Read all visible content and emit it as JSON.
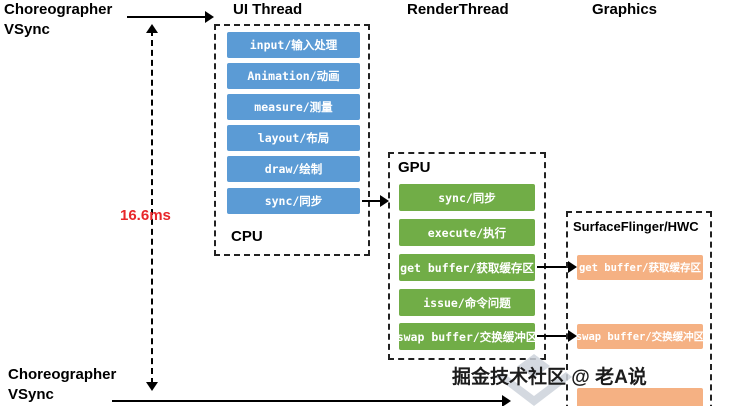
{
  "colors": {
    "blue": "#5B9BD5",
    "green": "#71AD47",
    "orange": "#F5B183",
    "red": "#E8262A"
  },
  "timeline": {
    "top_label_line1": "Choreographer",
    "top_label_line2": "VSync",
    "bottom_label_line1": "Choreographer",
    "bottom_label_line2": "VSync",
    "interval_label": "16.6ms"
  },
  "columns": {
    "ui_thread": "UI Thread",
    "render_thread": "RenderThread",
    "graphics": "Graphics"
  },
  "cpu": {
    "label": "CPU",
    "steps": [
      "input/输入处理",
      "Animation/动画",
      "measure/测量",
      "layout/布局",
      "draw/绘制",
      "sync/同步"
    ]
  },
  "gpu": {
    "label": "GPU",
    "steps": [
      "sync/同步",
      "execute/执行",
      "get buffer/获取缓存区",
      "issue/命令问题",
      "swap buffer/交换缓冲区"
    ]
  },
  "surfaceflinger": {
    "label": "SurfaceFlinger/HWC",
    "steps": [
      "get buffer/获取缓存区",
      "swap buffer/交换缓冲区"
    ]
  },
  "watermark": "掘金技术社区 @ 老A说"
}
